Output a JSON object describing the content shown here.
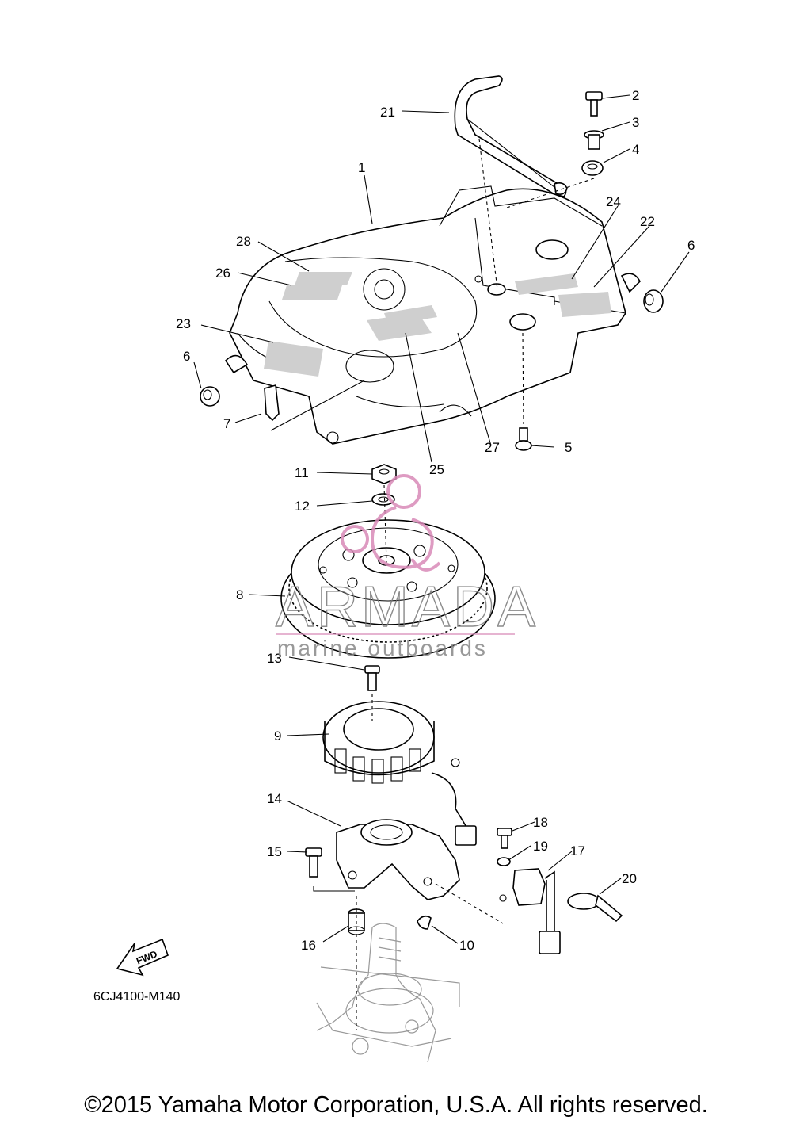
{
  "diagram": {
    "part_code": "6CJ4100-M140",
    "fwd_label": "FWD",
    "callouts": [
      "1",
      "2",
      "3",
      "4",
      "5",
      "6",
      "6",
      "7",
      "8",
      "9",
      "10",
      "11",
      "12",
      "13",
      "14",
      "15",
      "16",
      "17",
      "18",
      "19",
      "20",
      "21",
      "22",
      "23",
      "24",
      "25",
      "26",
      "27",
      "28"
    ]
  },
  "watermark": {
    "brand": "ARMADA",
    "tagline": "marine outboards",
    "accent_color": "#d98ab8"
  },
  "footer": {
    "copyright": "©2015 Yamaha Motor Corporation, U.S.A. All rights reserved."
  }
}
